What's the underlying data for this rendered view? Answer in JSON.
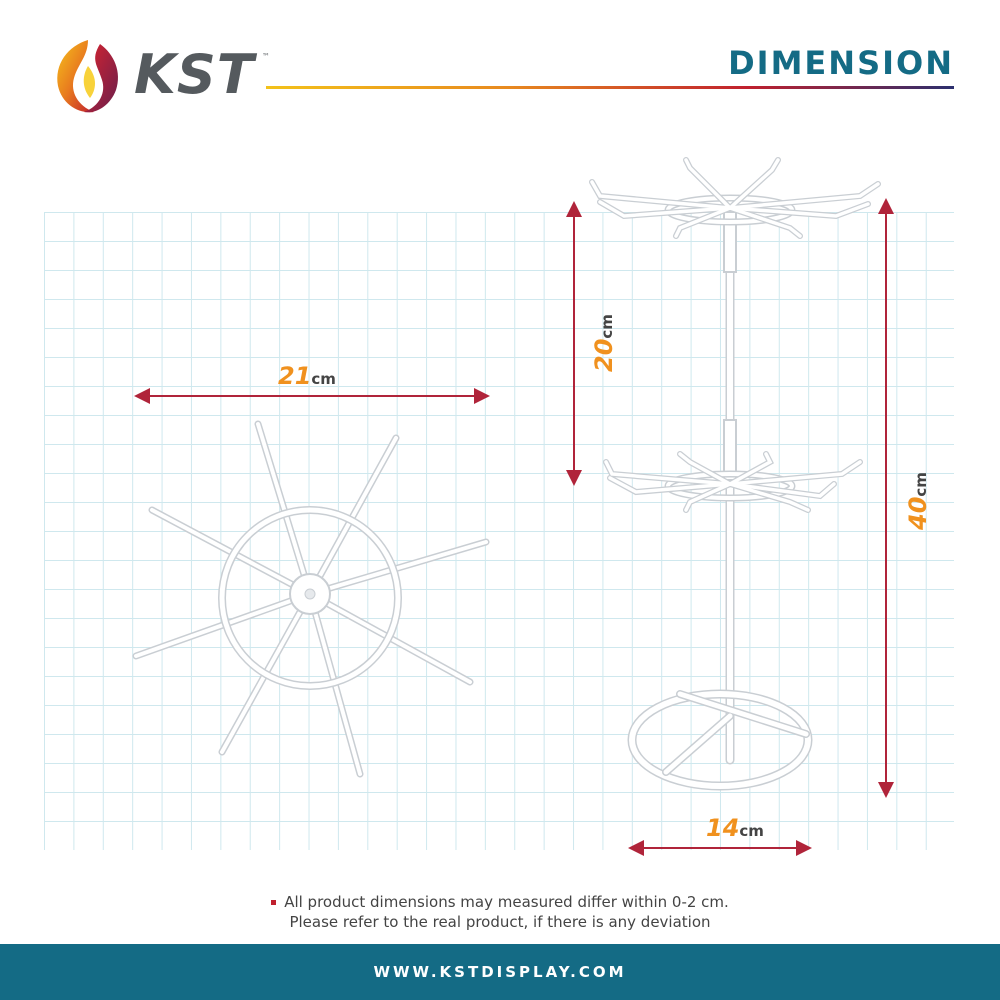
{
  "brand": {
    "name": "KST",
    "trademark": "™"
  },
  "header": {
    "title": "DIMENSION"
  },
  "dimensions": {
    "width": {
      "value": "21",
      "unit": "cm"
    },
    "tier_spacing": {
      "value": "20",
      "unit": "cm"
    },
    "height": {
      "value": "40",
      "unit": "cm"
    },
    "base": {
      "value": "14",
      "unit": "cm"
    }
  },
  "note": {
    "line1": "All product dimensions may measured differ within 0-2 cm.",
    "line2": "Please refer to the real product, if there is any deviation"
  },
  "footer": {
    "url": "WWW.KSTDISPLAY.COM"
  },
  "colors": {
    "accent": "#f0911e",
    "teal": "#146b85",
    "arrow": "#b0243a",
    "grid": "#cfe8ee"
  },
  "icons": [
    "kst-logo-icon",
    "dimension-arrow-icon",
    "bullet-icon"
  ]
}
